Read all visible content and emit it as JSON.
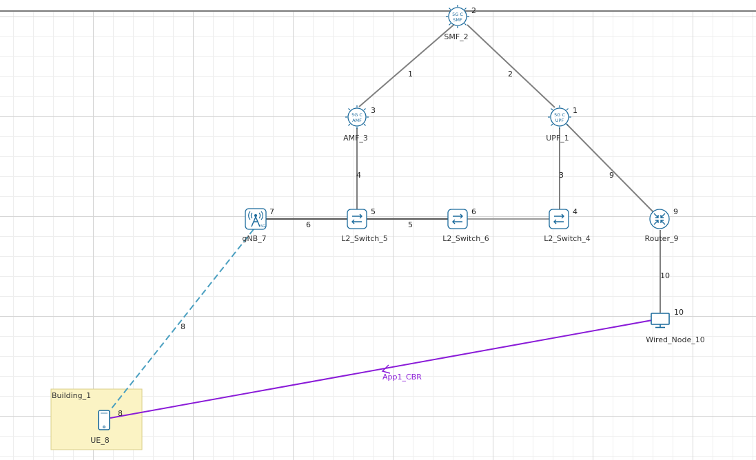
{
  "building": {
    "label": "Building_1"
  },
  "nodes": {
    "smf": {
      "label": "SMF_2",
      "number": "2",
      "line1": "5G C",
      "line2": "SMF"
    },
    "amf": {
      "label": "AMF_3",
      "number": "3",
      "line1": "5G C",
      "line2": "AMF"
    },
    "upf": {
      "label": "UPF_1",
      "number": "1",
      "line1": "5G C",
      "line2": "UPF"
    },
    "gnb": {
      "label": "gNB_7",
      "number": "7",
      "badge": "5G"
    },
    "sw5": {
      "label": "L2_Switch_5",
      "number": "5"
    },
    "sw6": {
      "label": "L2_Switch_6",
      "number": "6"
    },
    "sw4": {
      "label": "L2_Switch_4",
      "number": "4"
    },
    "router": {
      "label": "Router_9",
      "number": "9"
    },
    "wired": {
      "label": "Wired_Node_10",
      "number": "10"
    },
    "ue": {
      "label": "UE_8",
      "number": "8"
    }
  },
  "links": {
    "smf_amf": "1",
    "smf_upf": "2",
    "upf_sw4": "3",
    "amf_sw5": "4",
    "sw5_sw6": "5",
    "gnb_sw5": "6",
    "gnb_ue": "8",
    "upf_router": "9",
    "router_wired": "10"
  },
  "application": {
    "label": "App1_CBR",
    "color": "#8a1bd8"
  },
  "colors": {
    "icon": "#1b6a9c",
    "wired_link": "#7f7f7f",
    "wireless_link": "#4a9fc0",
    "building_fill": "#fbf3c4"
  }
}
